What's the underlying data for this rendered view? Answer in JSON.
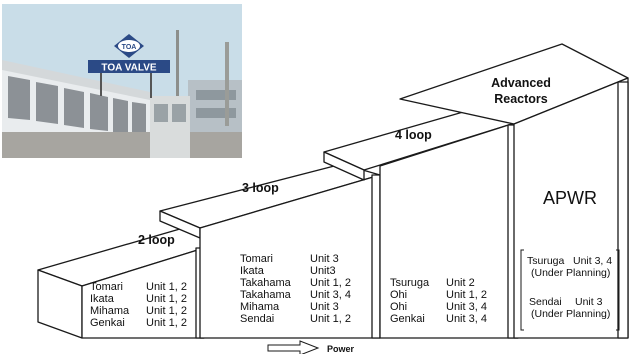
{
  "photo": {
    "sign_text": "TOA VALVE",
    "logo_text": "TOA"
  },
  "steps": [
    {
      "label": "2 loop",
      "plants": [
        {
          "name": "Tomari",
          "unit": "Unit 1, 2"
        },
        {
          "name": "Ikata",
          "unit": "Unit 1, 2"
        },
        {
          "name": "Mihama",
          "unit": "Unit 1, 2"
        },
        {
          "name": "Genkai",
          "unit": "Unit 1, 2"
        }
      ]
    },
    {
      "label": "3 loop",
      "plants": [
        {
          "name": "Tomari",
          "unit": "Unit 3"
        },
        {
          "name": "Ikata",
          "unit": "Unit3"
        },
        {
          "name": "Takahama",
          "unit": "Unit 1, 2"
        },
        {
          "name": "Takahama",
          "unit": "Unit 3, 4"
        },
        {
          "name": "Mihama",
          "unit": "Unit 3"
        },
        {
          "name": "Sendai",
          "unit": "Unit 1, 2"
        }
      ]
    },
    {
      "label": "4 loop",
      "plants": [
        {
          "name": "Tsuruga",
          "unit": "Unit 2"
        },
        {
          "name": "Ohi",
          "unit": "Unit 1, 2"
        },
        {
          "name": "Ohi",
          "unit": "Unit 3, 4"
        },
        {
          "name": "Genkai",
          "unit": "Unit 3, 4"
        }
      ]
    },
    {
      "label_line1": "Advanced",
      "label_line2": "Reactors",
      "type_label": "APWR",
      "plants": [
        {
          "name": "Tsuruga",
          "unit": "Unit 3, 4",
          "note": "(Under Planning)"
        },
        {
          "name": "Sendai",
          "unit": "Unit 3",
          "note": "(Under Planning)"
        }
      ]
    }
  ],
  "footer": {
    "arrow_label": "Power"
  },
  "colors": {
    "line": "#1a1a1a",
    "face": "#ffffff",
    "sky": "#c9dde8",
    "building_light": "#e9ecee",
    "building_dark": "#a7a5a0",
    "sign_blue": "#2b4a86"
  }
}
